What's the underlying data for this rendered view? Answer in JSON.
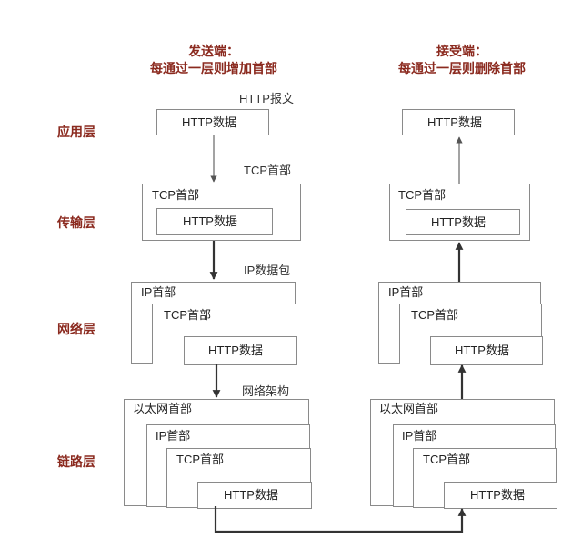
{
  "headers": {
    "sender_line1": "发送端：",
    "sender_line2": "每通过一层则增加首部",
    "receiver_line1": "接受端：",
    "receiver_line2": "每通过一层则删除首部"
  },
  "layers": {
    "application": "应用层",
    "transport": "传输层",
    "network": "网络层",
    "link": "链路层"
  },
  "annotations": {
    "http_message": "HTTP报文",
    "tcp_header": "TCP首部",
    "ip_packet": "IP数据包",
    "network_frame": "网络架构"
  },
  "boxes": {
    "http_data": "HTTP数据",
    "tcp_header": "TCP首部",
    "ip_header": "IP首部",
    "ethernet_header": "以太网首部"
  }
}
